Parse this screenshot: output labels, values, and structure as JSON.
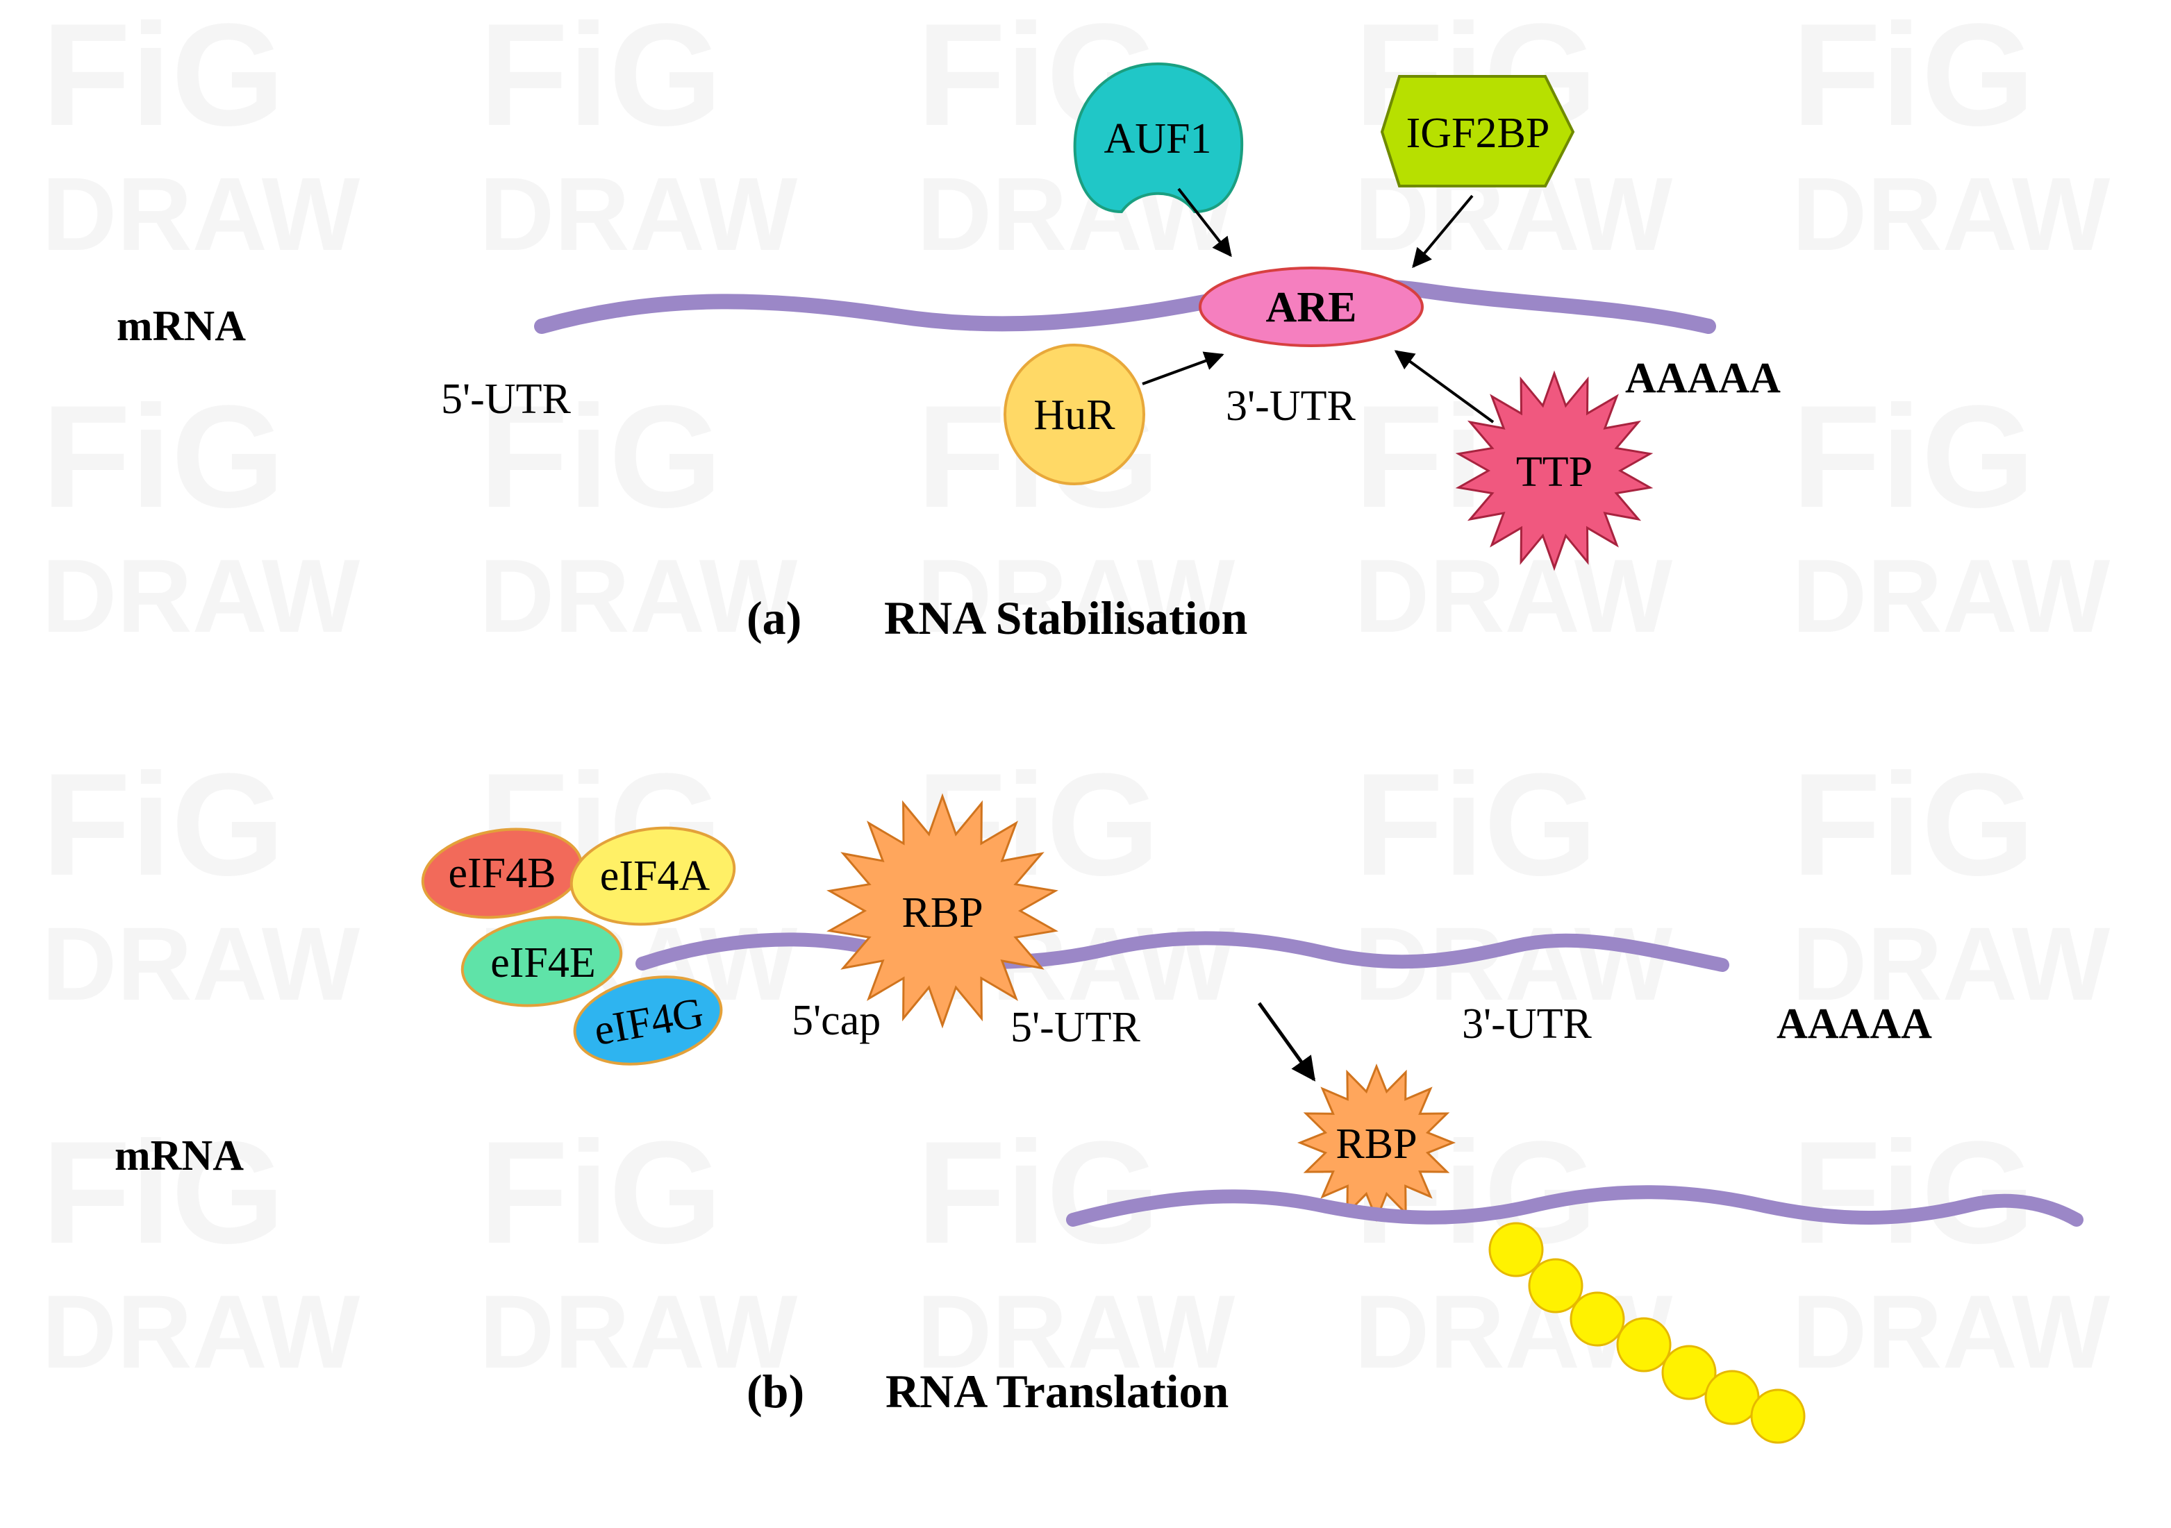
{
  "watermark": {
    "line1": "FiG",
    "line2": "DRAW"
  },
  "panel_a": {
    "mrna_label": "mRNA",
    "five_utr": "5'-UTR",
    "three_utr": "3'-UTR",
    "poly_a": "AAAAA",
    "are_label": "ARE",
    "proteins": {
      "auf1": "AUF1",
      "igf2bp": "IGF2BP",
      "hur": "HuR",
      "ttp": "TTP"
    },
    "caption_letter": "(a)",
    "caption_title": "RNA Stabilisation"
  },
  "panel_b": {
    "mrna_label": "mRNA",
    "factors": {
      "eif4b": "eIF4B",
      "eif4a": "eIF4A",
      "eif4e": "eIF4E",
      "eif4g": "eIF4G"
    },
    "rbp_top": "RBP",
    "rbp_bottom": "RBP",
    "five_cap": "5'cap",
    "five_utr": "5'-UTR",
    "three_utr": "3'-UTR",
    "poly_a": "AAAAA",
    "caption_letter": "(b)",
    "caption_title": "RNA Translation"
  },
  "colors": {
    "mrna": "#9b87c7",
    "are": "#f57fbf",
    "auf1": "#20c7c7",
    "igf2bp": "#b7e000",
    "hur": "#ffd966",
    "ttp": "#f0587f",
    "eif4b": "#f26a5a",
    "eif4a": "#fff066",
    "eif4e": "#5fe3a8",
    "eif4g": "#2eb4f0",
    "rbp": "#ffa65c",
    "peptide": "#fff200"
  }
}
